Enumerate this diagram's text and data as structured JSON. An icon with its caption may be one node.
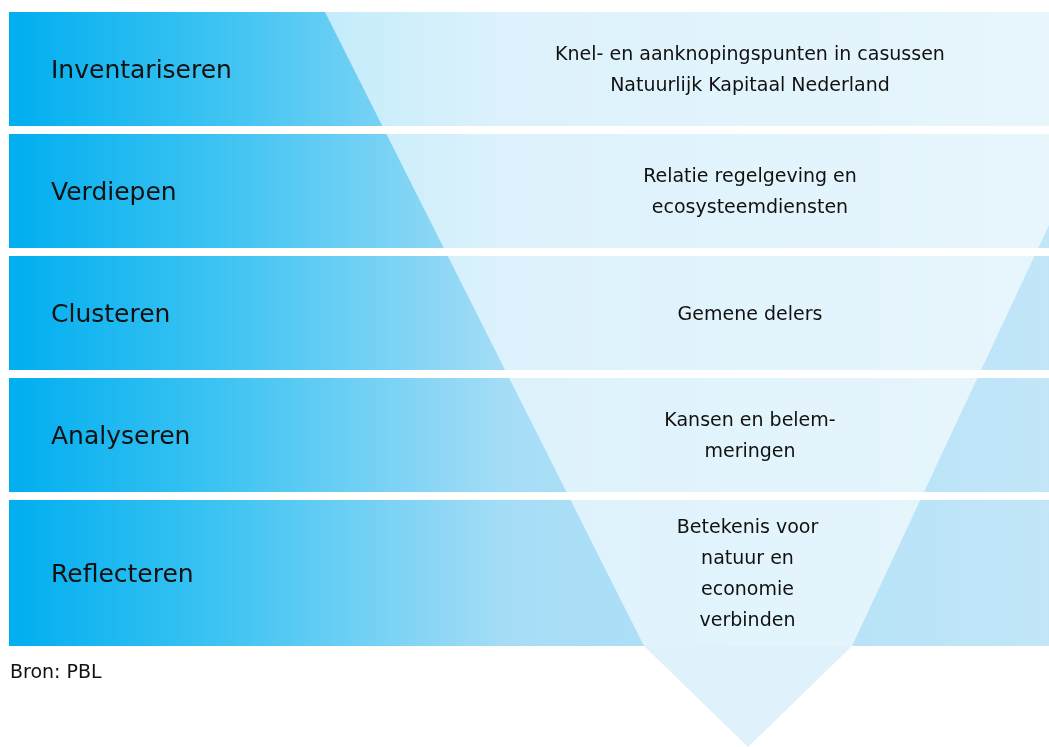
{
  "diagram": {
    "caption": "Bron: PBL",
    "nodes": [
      {
        "text": [
          "Inventariseren",
          "Knel- en aanknopingspunten in casussen Natuurlijk Kapitaal Nederland"
        ]
      },
      {
        "text": [
          "Verdiepen",
          "Relatie regelgeving en ecosysteemdiensten"
        ]
      },
      {
        "text": [
          "Clusteren",
          "Gemene delers"
        ]
      },
      {
        "text": [
          "Analyseren",
          "Kansen en belem-meringen"
        ]
      },
      {
        "text": [
          "Reflecteren",
          "Betekenis voor natuur en economie verbinden"
        ]
      }
    ],
    "edges": []
  }
}
